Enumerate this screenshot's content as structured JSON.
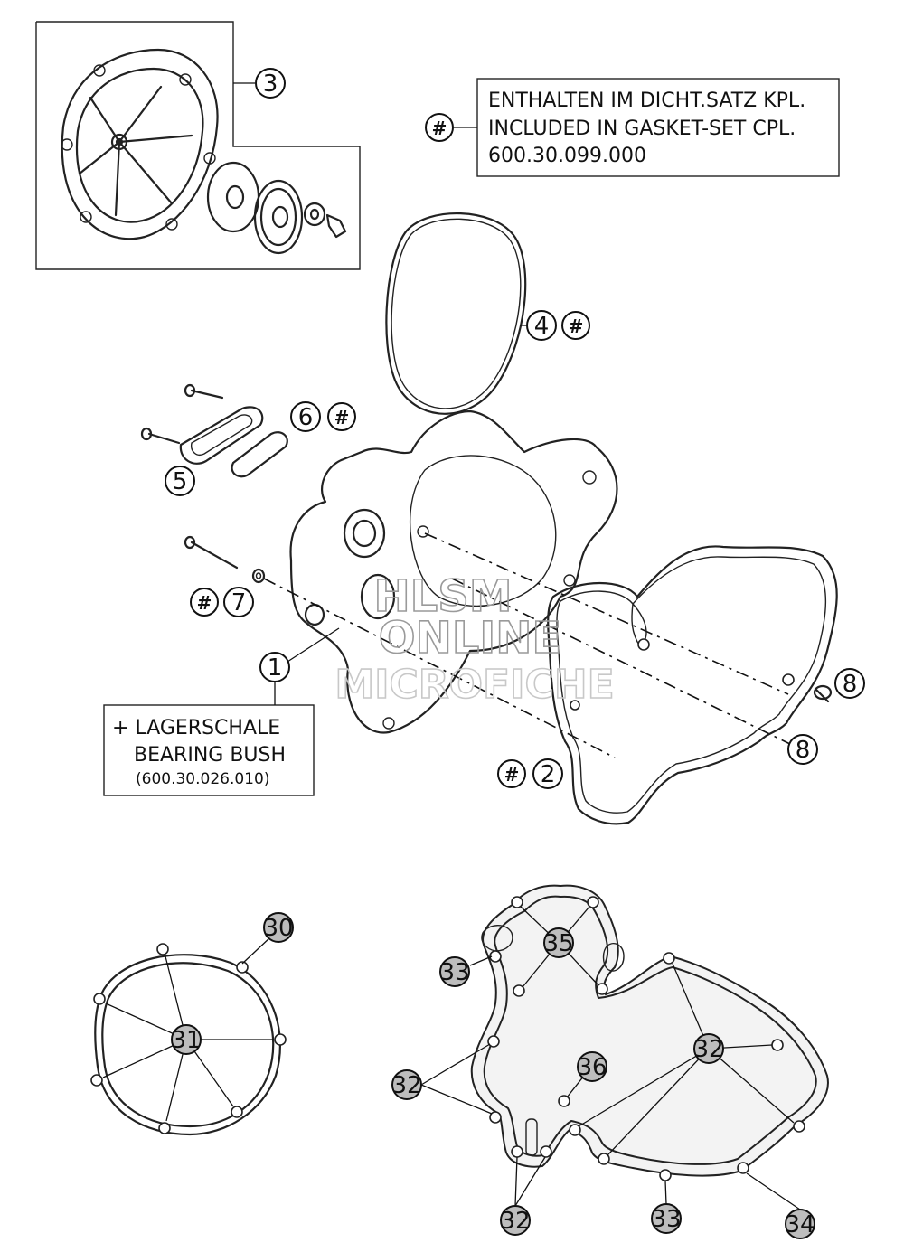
{
  "callouts": {
    "c1": "1",
    "c2": "2",
    "c3": "3",
    "c4": "4",
    "c5": "5",
    "c6": "6",
    "c7": "7",
    "c8a": "8",
    "c8b": "8",
    "c30": "30",
    "c31": "31",
    "c32a": "32",
    "c32b": "32",
    "c32c": "32",
    "c33a": "33",
    "c33b": "33",
    "c34": "34",
    "c35": "35",
    "c36": "36"
  },
  "hash_symbol": "#",
  "gasket_note": {
    "line1": "ENTHALTEN IM DICHT.SATZ KPL.",
    "line2": "INCLUDED IN GASKET-SET CPL.",
    "line3": "600.30.099.000"
  },
  "bearing_note": {
    "line1": "+ LAGERSCHALE",
    "line2": "BEARING BUSH",
    "line3": "(600.30.026.010)"
  },
  "watermark": {
    "line1": "HLSM",
    "line2": "ONLINE",
    "line3": "MICROFICHE"
  }
}
